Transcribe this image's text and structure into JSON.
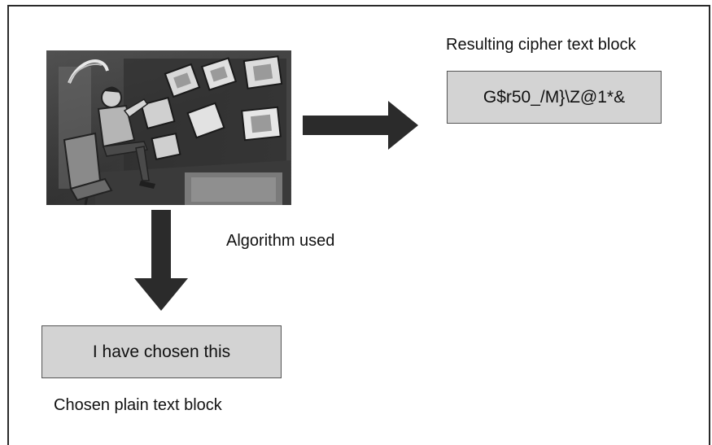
{
  "diagram": {
    "cipher_title": "Resulting cipher text block",
    "cipher_text": "G$r50_/M}\\Z@1*&",
    "algorithm_label": "Algorithm used",
    "plain_text": "I have chosen this",
    "plain_title": "Chosen plain text block",
    "colors": {
      "box_fill": "#d3d3d3",
      "arrow_fill": "#2b2b2b",
      "frame_border": "#2a2a2a"
    },
    "illustration_icon": "person-at-desk-with-monitors-illustration"
  }
}
